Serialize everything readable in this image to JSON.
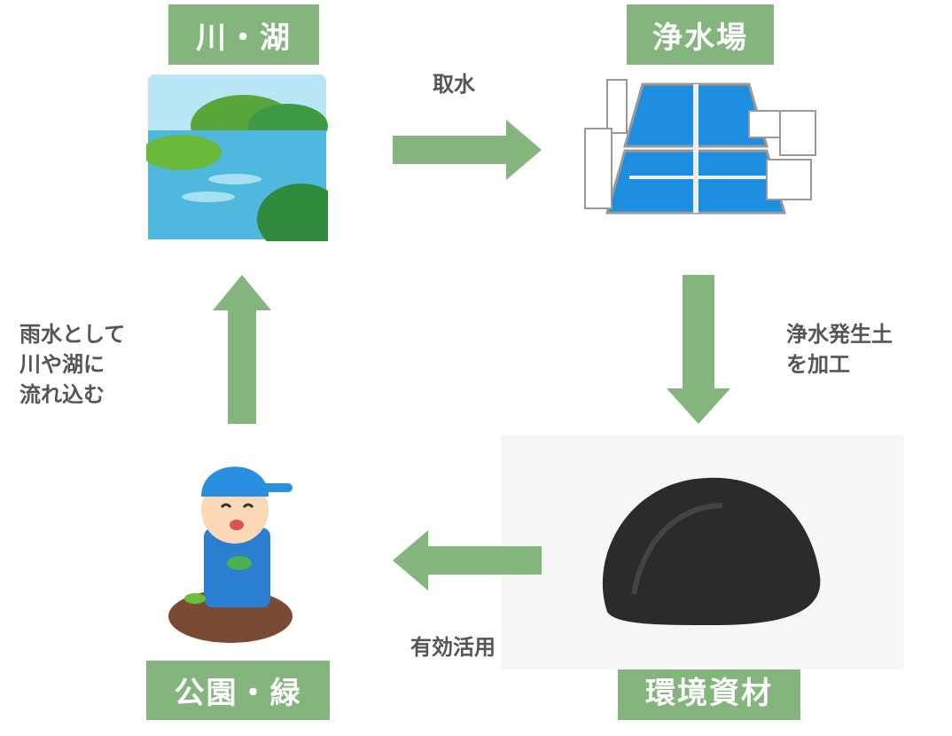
{
  "nodes": {
    "lake": {
      "label": "川・湖"
    },
    "plant": {
      "label": "浄水場"
    },
    "material": {
      "label": "環境資材"
    },
    "park": {
      "label": "公園・緑"
    }
  },
  "edges": {
    "intake": "取水",
    "process": "浄水発生土\nを加工",
    "use": "有効活用",
    "rain": "雨水として\n川や湖に\n流れ込む"
  },
  "colors": {
    "accent": "#84b57d",
    "text": "#555555"
  }
}
